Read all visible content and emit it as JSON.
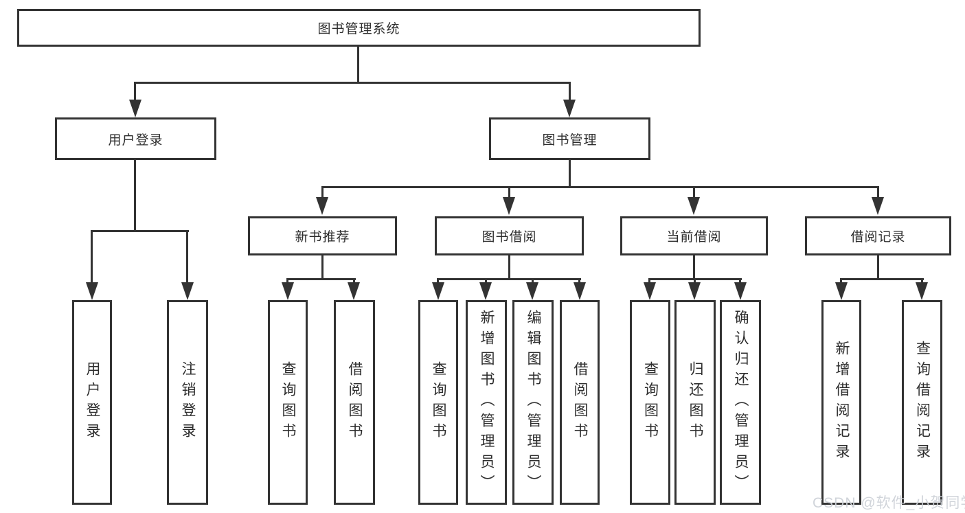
{
  "tree": {
    "root": {
      "label": "图书管理系统",
      "children": [
        {
          "label": "用户登录",
          "children": [
            {
              "label": "用户登录"
            },
            {
              "label": "注销登录"
            }
          ]
        },
        {
          "label": "图书管理",
          "children": [
            {
              "label": "新书推荐",
              "children": [
                {
                  "label": "查询图书"
                },
                {
                  "label": "借阅图书"
                }
              ]
            },
            {
              "label": "图书借阅",
              "children": [
                {
                  "label": "查询图书"
                },
                {
                  "label": "新增图书（管理员）"
                },
                {
                  "label": "编辑图书（管理员）"
                },
                {
                  "label": "借阅图书"
                }
              ]
            },
            {
              "label": "当前借阅",
              "children": [
                {
                  "label": "查询图书"
                },
                {
                  "label": "归还图书"
                },
                {
                  "label": "确认归还（管理员）"
                }
              ]
            },
            {
              "label": "借阅记录",
              "children": [
                {
                  "label": "新增借阅记录"
                },
                {
                  "label": "查询借阅记录"
                }
              ]
            }
          ]
        }
      ]
    }
  },
  "watermark": "CSDN @软件_小贺同学",
  "colors": {
    "line": "#333333",
    "box_border": "#333333",
    "box_fill": "#ffffff",
    "background": "#ffffff",
    "text": "#2d2d2d",
    "watermark": "#cdd2d8"
  }
}
